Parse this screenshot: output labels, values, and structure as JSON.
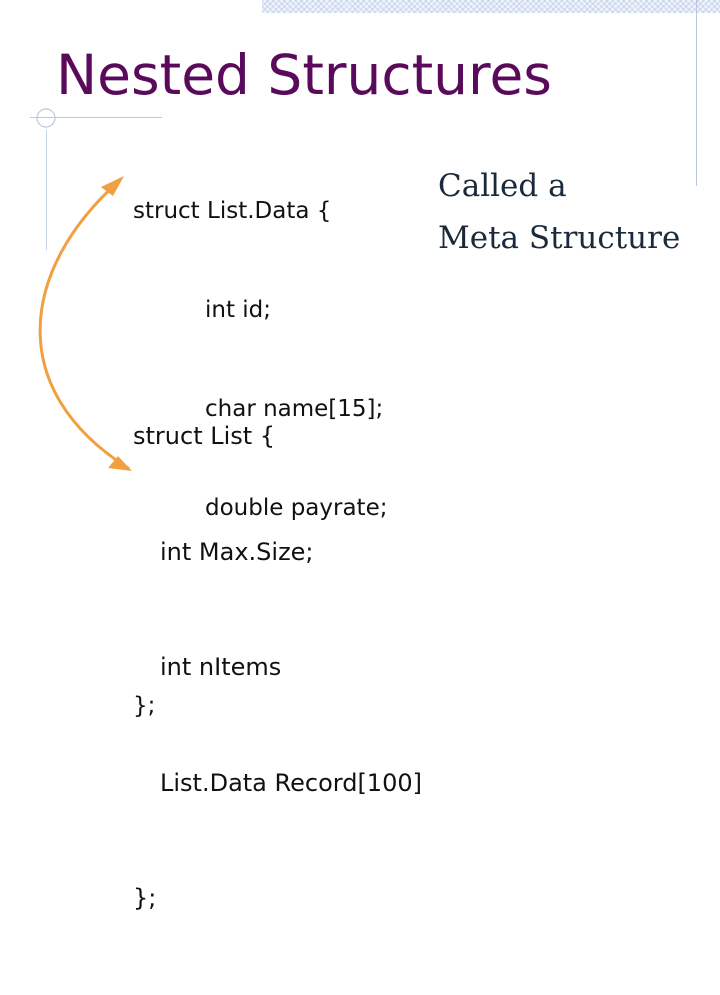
{
  "slide": {
    "title": "Nested Structures",
    "code_block_1": [
      "struct List.Data {",
      "int id;",
      "char name[15];",
      "double payrate;",
      "",
      "};"
    ],
    "code_block_2": [
      "struct List {",
      "int Max.Size;",
      "int nItems",
      "List.Data Record[100]",
      "};"
    ],
    "annotation": {
      "line1": "Called a",
      "line2": "Meta Structure"
    },
    "colors": {
      "title": "#5a0a5a",
      "arrow": "#f0a040",
      "text": "#111111"
    }
  }
}
